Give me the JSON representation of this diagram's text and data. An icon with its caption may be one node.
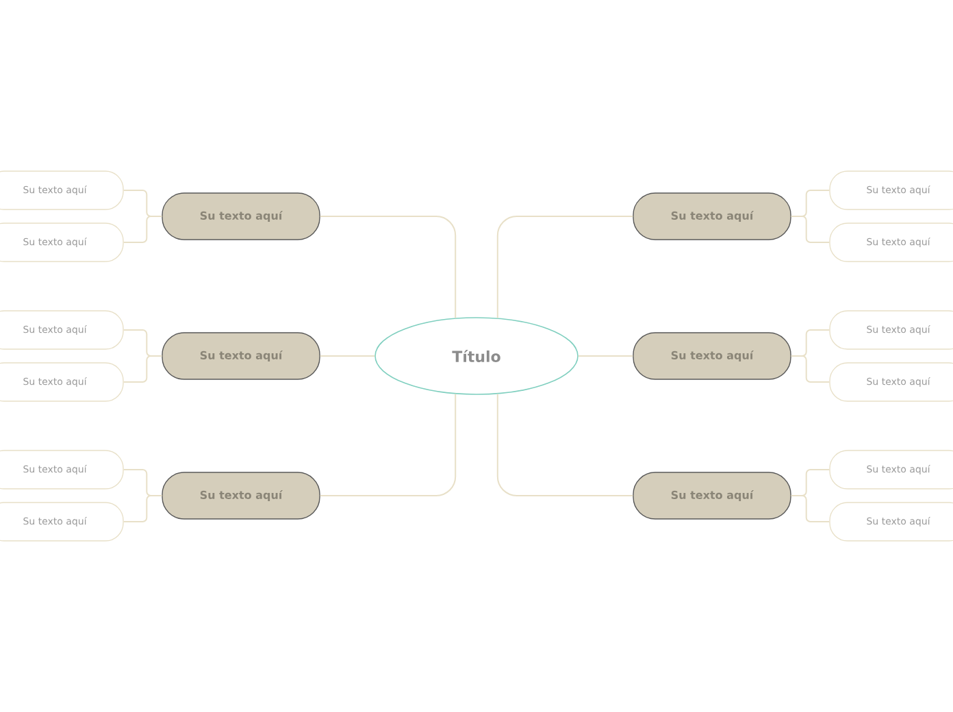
{
  "diagram": {
    "nodes": [
      {
        "text": [
          "Título"
        ]
      },
      {
        "text": [
          "Su texto aquí"
        ]
      },
      {
        "text": [
          "Su texto aquí"
        ]
      },
      {
        "text": [
          "Su texto aquí"
        ]
      },
      {
        "text": [
          "Su texto aquí"
        ]
      },
      {
        "text": [
          "Su texto aquí"
        ]
      },
      {
        "text": [
          "Su texto aquí"
        ]
      },
      {
        "text": [
          "Su texto aquí"
        ]
      },
      {
        "text": [
          "Su texto aquí"
        ]
      },
      {
        "text": [
          "Su texto aquí"
        ]
      },
      {
        "text": [
          "Su texto aquí"
        ]
      },
      {
        "text": [
          "Su texto aquí"
        ]
      },
      {
        "text": [
          "Su texto aquí"
        ]
      },
      {
        "text": [
          "Su texto aquí"
        ]
      },
      {
        "text": [
          "Su texto aquí"
        ]
      },
      {
        "text": [
          "Su texto aquí"
        ]
      },
      {
        "text": [
          "Su texto aquí"
        ]
      },
      {
        "text": [
          "Su texto aquí"
        ]
      },
      {
        "text": [
          "Su texto aquí"
        ]
      }
    ],
    "edges": [
      {
        "from": 0,
        "to": 1,
        "arrow": "none"
      },
      {
        "from": 1,
        "to": 2,
        "arrow": "none"
      },
      {
        "from": 1,
        "to": 3,
        "arrow": "none"
      },
      {
        "from": 0,
        "to": 4,
        "arrow": "none"
      },
      {
        "from": 4,
        "to": 5,
        "arrow": "none"
      },
      {
        "from": 4,
        "to": 6,
        "arrow": "none"
      },
      {
        "from": 0,
        "to": 7,
        "arrow": "none"
      },
      {
        "from": 7,
        "to": 8,
        "arrow": "none"
      },
      {
        "from": 7,
        "to": 9,
        "arrow": "none"
      },
      {
        "from": 0,
        "to": 10,
        "arrow": "none"
      },
      {
        "from": 10,
        "to": 11,
        "arrow": "none"
      },
      {
        "from": 10,
        "to": 12,
        "arrow": "none"
      },
      {
        "from": 0,
        "to": 13,
        "arrow": "none"
      },
      {
        "from": 13,
        "to": 14,
        "arrow": "none"
      },
      {
        "from": 13,
        "to": 15,
        "arrow": "none"
      },
      {
        "from": 0,
        "to": 16,
        "arrow": "none"
      },
      {
        "from": 16,
        "to": 17,
        "arrow": "none"
      },
      {
        "from": 16,
        "to": 18,
        "arrow": "none"
      }
    ]
  }
}
